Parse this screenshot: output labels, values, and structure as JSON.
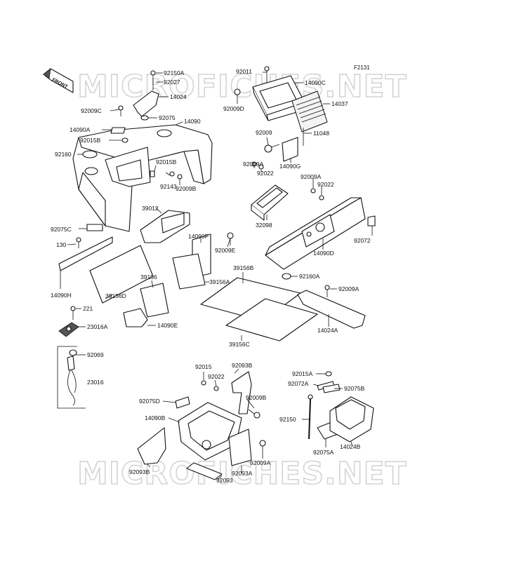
{
  "figure_code": "F2131",
  "front_arrow_label": "FRONT",
  "watermark": "MICROFICHES.NET",
  "labels": {
    "p92150A": "92150A",
    "p92027": "92027",
    "p14024": "14024",
    "p92009C": "92009C",
    "p92075": "92075",
    "p14090A": "14090A",
    "p14090": "14090",
    "p92015B_a": "92015B",
    "p92160": "92160",
    "p92015B_b": "92015B",
    "p92143": "92143",
    "p92009B_a": "92009B",
    "p92011": "92011",
    "p14090C": "14090C",
    "p92009D": "92009D",
    "p14037": "14037",
    "p92009_a": "92009",
    "p11048": "11048",
    "p14090G": "14090G",
    "p92009A_a": "92009A",
    "p92022_a": "92022",
    "p92009A_b": "92009A",
    "p92022_b": "92022",
    "p32098": "32098",
    "p92072": "92072",
    "p14090D": "14090D",
    "p39012": "39012",
    "p14090F": "14090F",
    "p92009E": "92009E",
    "p92075C": "92075C",
    "p130": "130",
    "p14090H": "14090H",
    "p39156D": "39156D",
    "p39156": "39156",
    "p39156A": "39156A",
    "p39156B": "39156B",
    "p92160A": "92160A",
    "p92009A_c": "92009A",
    "p14024A": "14024A",
    "p39156C": "39156C",
    "p221": "221",
    "p23016A": "23016A",
    "p14090E": "14090E",
    "p92069": "92069",
    "p23016": "23016",
    "p92015": "92015",
    "p92022_c": "92022",
    "p92093B_a": "92093B",
    "p92015A": "92015A",
    "p92072A": "92072A",
    "p92075B": "92075B",
    "p92075D": "92075D",
    "p92009B_b": "92009B",
    "p14090B": "14090B",
    "p92150": "92150",
    "p14024B": "14024B",
    "p92075A": "92075A",
    "p92009A_d": "92009A",
    "p92093B_b": "92093B",
    "p92093A": "92093A",
    "p92093": "92093"
  }
}
